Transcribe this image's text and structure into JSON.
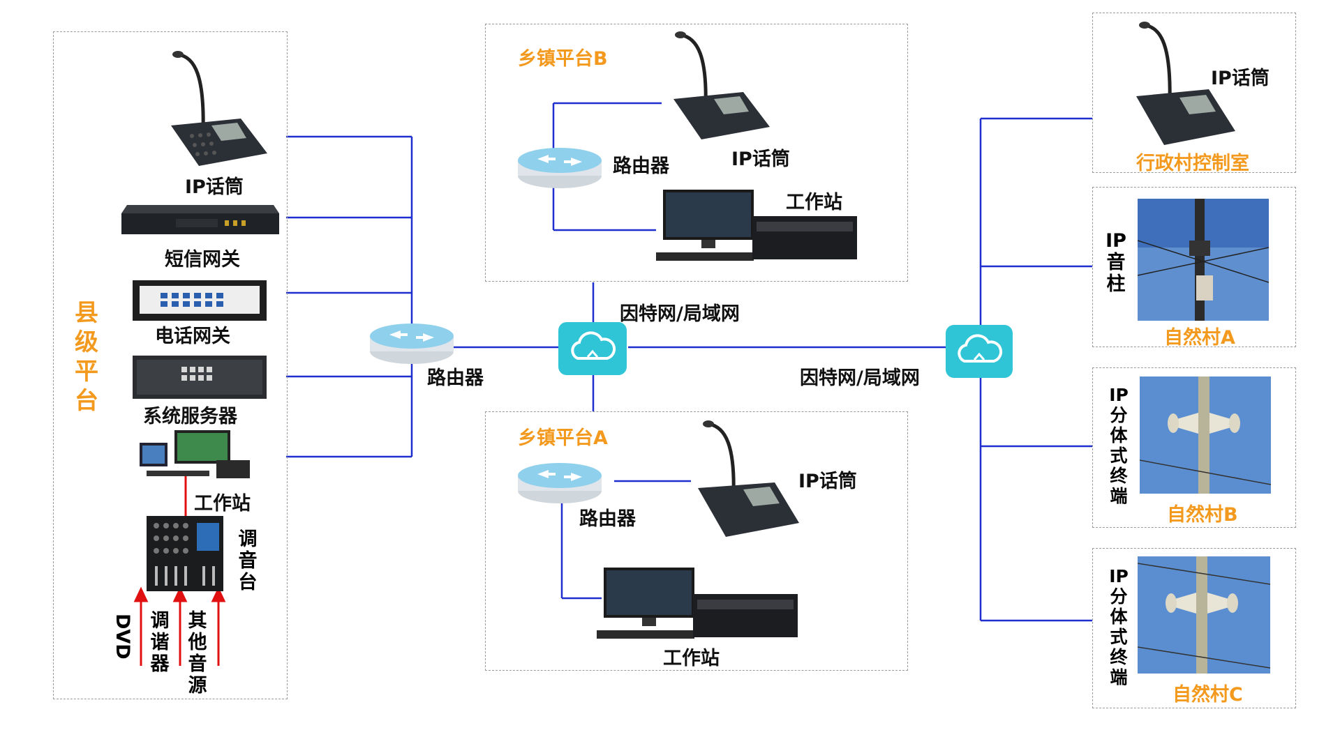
{
  "county": {
    "title": "县级平台",
    "mic_label": "IP话筒",
    "sms_label": "短信网关",
    "phone_label": "电话网关",
    "server_label": "系统服务器",
    "workstation_label": "工作站",
    "router_label": "路由器",
    "mixer_label": "调音台",
    "sources": [
      "DVD",
      "调谐器",
      "其他音源"
    ]
  },
  "network_label_top": "因特网/局域网",
  "network_label_right": "因特网/局域网",
  "town_b": {
    "title": "乡镇平台B",
    "router_label": "路由器",
    "mic_label": "IP话筒",
    "workstation_label": "工作站"
  },
  "town_a": {
    "title": "乡镇平台A",
    "router_label": "路由器",
    "mic_label": "IP话筒",
    "workstation_label": "工作站"
  },
  "admin_village": {
    "title": "行政村控制室",
    "mic_label": "IP话筒"
  },
  "village_a": {
    "title": "自然村A",
    "device_label": "IP音柱"
  },
  "village_b": {
    "title": "自然村B",
    "device_label": "IP分体式终端"
  },
  "village_c": {
    "title": "自然村C",
    "device_label": "IP分体式终端"
  },
  "colors": {
    "link": "#1f2fcf",
    "audio": "#e01010",
    "accent": "#f39a1e",
    "cloud": "#2fc5d6"
  }
}
